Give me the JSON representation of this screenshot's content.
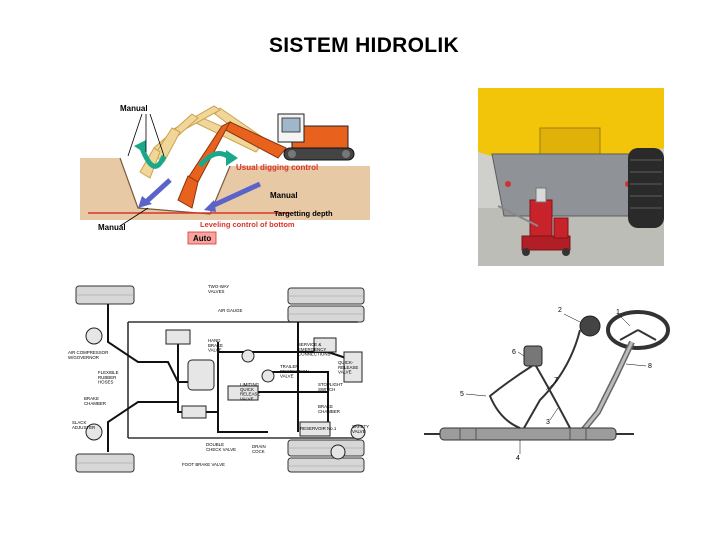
{
  "slide": {
    "title": "SISTEM HIDROLIK"
  },
  "excavator": {
    "labels": {
      "manual_top": "Manual",
      "usual": "Usual digging control",
      "manual_mid": "Manual",
      "targetting": "Targetting depth",
      "manual_left": "Manual",
      "leveling": "Leveling control of bottom",
      "auto": "Auto"
    }
  },
  "brake_diagram": {
    "labels": {
      "two_way": "TWO-WAY\nVALVES",
      "air_gauge": "AIR GAUGE",
      "hand_brake": "HAND\nBRAKE\nVALVE",
      "service": "SERVICE &\nEMERGENCY\nCONNECTIONS",
      "quick_release": "QUICK-\nRELEASE\nVALVE",
      "air_compressor": "AIR COMPRESSOR\nW/GOVERNOR",
      "flexible": "FLEXIBLE\nRUBBER\nHOSES",
      "trailer": "TRAILER\nPROTECTION\nVALVE",
      "limiting": "LIMITING\nQUICK\nRELEASE\nVALVE",
      "stoplight": "STOPLIGHT\nSWITCH",
      "brake_chamber_left": "BRAKE\nCHAMBER",
      "brake_chamber_right": "BRAKE\nCHAMBER",
      "slack": "SLACK\nADJUSTER",
      "reservoir": "RESERVOIR No.1",
      "safety": "SAFETY\nVALVE",
      "double_check": "DOUBLE\nCHECK VALVE",
      "drain": "DRAIN\nCOCK",
      "foot_brake": "FOOT BRAKE VALVE"
    }
  },
  "steering_diagram": {
    "callouts": [
      "1",
      "2",
      "3",
      "4",
      "5",
      "6",
      "7",
      "8"
    ]
  },
  "colors": {
    "orange": "#e8621e",
    "arm_yellow": "#e9c46a",
    "green_arrow": "#1aa88a",
    "blue_arrow": "#5a63c9",
    "red_line": "#d9352a",
    "ground": "#e7c9a6",
    "forklift_yellow": "#f2c40a",
    "jack_red": "#c8232b"
  }
}
